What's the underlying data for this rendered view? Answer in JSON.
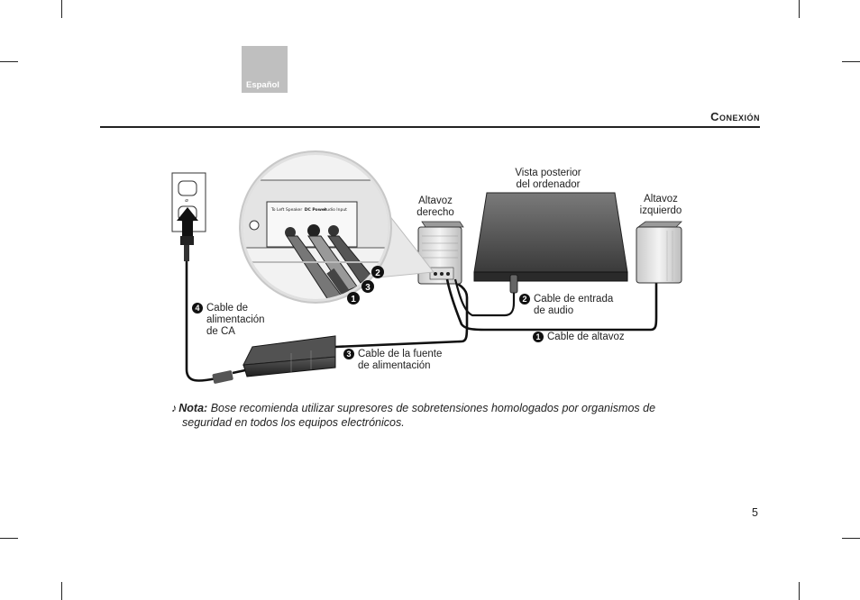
{
  "page": {
    "language_tab": "Español",
    "section_title": "Conexión",
    "page_number": "5"
  },
  "diagram": {
    "computer_label_line1": "Vista posterior",
    "computer_label_line2": "del ordenador",
    "right_speaker_line1": "Altavoz",
    "right_speaker_line2": "derecho",
    "left_speaker_line1": "Altavoz",
    "left_speaker_line2": "izquierdo",
    "callouts": [
      {
        "num": "4",
        "line1": "Cable de",
        "line2": "alimentación",
        "line3": "de CA"
      },
      {
        "num": "3",
        "line1": "Cable de la fuente",
        "line2": "de alimentación"
      },
      {
        "num": "2",
        "line1": "Cable de entrada",
        "line2": "de audio"
      },
      {
        "num": "1",
        "line1": "Cable de altavoz"
      }
    ],
    "panel_labels": {
      "left_speaker": "To Left Speaker",
      "dc_power": "DC Power",
      "audio_input": "Audio Input"
    },
    "zoom_markers": [
      "2",
      "3",
      "1"
    ]
  },
  "note": {
    "glyph": "♪",
    "label": "Nota:",
    "text_line1": "Bose recomienda utilizar supresores de sobretensiones homologados por organismos de",
    "text_line2": "seguridad en todos los equipos electrónicos."
  }
}
